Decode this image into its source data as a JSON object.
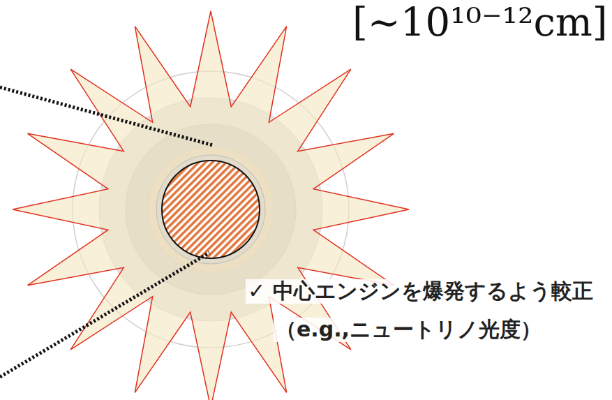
{
  "diagram": {
    "labels": [
      "[~10¹⁰⁻¹²cm]",
      "✓ 中心エンジンを爆発するよう較正",
      "（e.g.,ニュートリノ光度）"
    ]
  }
}
